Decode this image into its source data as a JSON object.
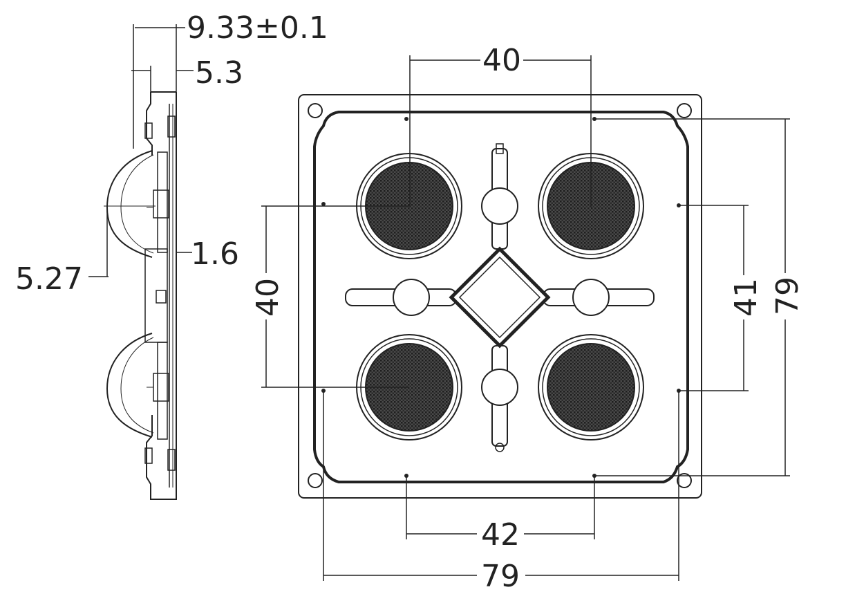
{
  "side_view": {
    "dim_overall_height": "9.33±0.1",
    "dim_lens_height": "5.3",
    "dim_base_thickness": "1.6",
    "dim_lens_radius": "5.27"
  },
  "front_view": {
    "dim_top_lens_spacing": "40",
    "dim_left_lens_spacing": "40",
    "dim_right_hole_spacing": "41",
    "dim_right_overall": "79",
    "dim_bottom_hole_spacing": "42",
    "dim_bottom_overall": "79"
  },
  "colors": {
    "line": "#222222",
    "lens_fill": "#3a3a3a",
    "background": "#ffffff"
  }
}
